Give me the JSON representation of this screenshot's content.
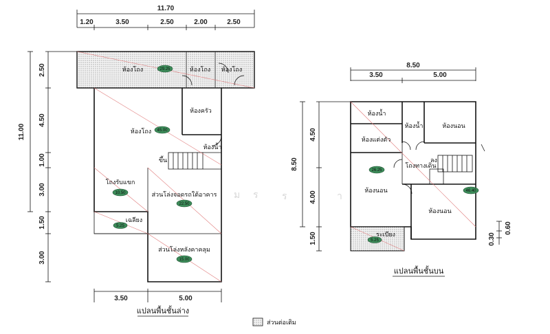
{
  "lower": {
    "dims_top_total": "11.70",
    "dims_top": [
      "1.20",
      "3.50",
      "2.50",
      "2.00",
      "2.50"
    ],
    "dims_left_total": "11.00",
    "dims_left": [
      "2.50",
      "4.50",
      "1.00",
      "3.00",
      "1.50",
      "3.00"
    ],
    "dims_bottom": [
      "3.50",
      "5.00"
    ],
    "rooms": {
      "hallway_top": "ห้องโถง",
      "hallway_top_area": "29.25",
      "hallway_mid": "ห้องโถง",
      "hallway_right": "ห้องโถง",
      "kitchen": "ห้องครัว",
      "hall_main": "ห้องโถง",
      "hall_main_area": "45.00",
      "bathroom": "ห้องน้ำ",
      "stair_up": "ขึ้น",
      "reception": "โถงรับแขก",
      "reception_area": "10.50",
      "carport": "ส่วนโล่งจอดรถใต้อาคาร",
      "carport_area": "22.50",
      "shed": "เฉลียง",
      "shed_area": "5.25",
      "back_open": "ส่วนโล่งหลังคาคลุม",
      "back_open_area": "15.00"
    },
    "caption": "แปลนพื้นชั้นล่าง"
  },
  "upper": {
    "dims_top_total": "8.50",
    "dims_top": [
      "3.50",
      "5.00"
    ],
    "dims_left_total": "8.50",
    "dims_left": [
      "4.50",
      "4.00",
      "1.50"
    ],
    "dims_right": [
      "0.30",
      "0.60"
    ],
    "rooms": {
      "bath1": "ห้องน้ำ",
      "bath2": "ห้องน้ำ",
      "bedroom1": "ห้องนอน",
      "dressing": "ห้องแต่งตัว",
      "corridor": "โถงทางเดิน",
      "down": "ลง",
      "bedroom2": "ห้องนอน",
      "bedroom2_area": "26.25",
      "bedroom3": "ห้องนอน",
      "bedroom3_area": "46.40",
      "balcony": "ระเบียง",
      "balcony_area": "5.25"
    },
    "caption": "แปลนพื้นชั้นบน"
  },
  "legend": {
    "label": "ส่วนต่อเติม"
  }
}
